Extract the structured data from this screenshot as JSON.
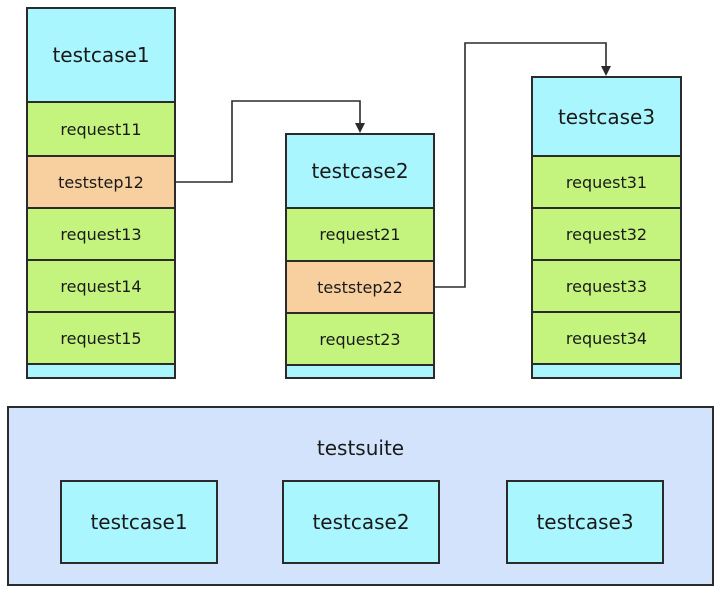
{
  "testcases": [
    {
      "title": "testcase1",
      "items": [
        {
          "label": "request11",
          "kind": "request"
        },
        {
          "label": "teststep12",
          "kind": "step"
        },
        {
          "label": "request13",
          "kind": "request"
        },
        {
          "label": "request14",
          "kind": "request"
        },
        {
          "label": "request15",
          "kind": "request"
        }
      ]
    },
    {
      "title": "testcase2",
      "items": [
        {
          "label": "request21",
          "kind": "request"
        },
        {
          "label": "teststep22",
          "kind": "step"
        },
        {
          "label": "request23",
          "kind": "request"
        }
      ]
    },
    {
      "title": "testcase3",
      "items": [
        {
          "label": "request31",
          "kind": "request"
        },
        {
          "label": "request32",
          "kind": "request"
        },
        {
          "label": "request33",
          "kind": "request"
        },
        {
          "label": "request34",
          "kind": "request"
        }
      ]
    }
  ],
  "suite": {
    "title": "testsuite",
    "cases": [
      "testcase1",
      "testcase2",
      "testcase3"
    ]
  },
  "colors": {
    "header": "#aaf6ff",
    "request": "#c4f47d",
    "step": "#f8cf9f",
    "suite_bg": "#d2e3fb",
    "border": "#2b2b2b"
  }
}
